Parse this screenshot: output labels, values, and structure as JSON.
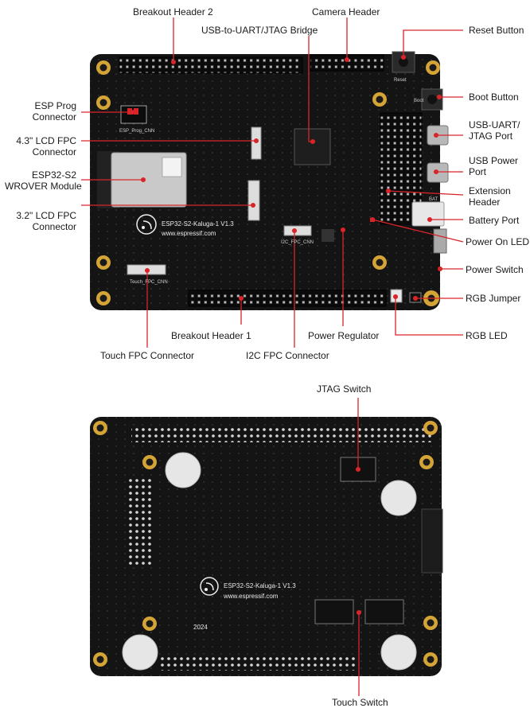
{
  "labels": {
    "breakout_header_2": "Breakout Header 2",
    "camera_header": "Camera Header",
    "usb_uart_jtag_bridge": "USB-to-UART/JTAG Bridge",
    "reset_button": "Reset Button",
    "boot_button": "Boot Button",
    "esp_prog_connector": "ESP Prog\nConnector",
    "lcd_43_fpc": "4.3\" LCD FPC\nConnector",
    "esp32_s2_module": "ESP32-S2\nWROVER Module",
    "lcd_32_fpc": "3.2\" LCD FPC\nConnector",
    "usb_uart_jtag_port": "USB-UART/\nJTAG Port",
    "usb_power_port": "USB Power\nPort",
    "extension_header": "Extension\nHeader",
    "battery_port": "Battery Port",
    "power_on_led": "Power On LED",
    "power_switch": "Power Switch",
    "rgb_jumper": "RGB Jumper",
    "rgb_led": "RGB LED",
    "breakout_header_1": "Breakout Header 1",
    "power_regulator": "Power Regulator",
    "touch_fpc_connector": "Touch FPC Connector",
    "i2c_fpc_connector": "I2C FPC Connector",
    "jtag_switch": "JTAG Switch",
    "touch_switch": "Touch Switch"
  },
  "board": {
    "silk_model": "ESP32-S2-Kaluga-1 V1.3",
    "silk_url": "www.espressif.com",
    "silk_esp_prog": "ESP_Prog_CNN",
    "silk_touch_fpc": "Touch_FPC_CNN",
    "silk_i2c": "I2C_FPC_CNN",
    "silk_reset": "Reset",
    "silk_boot": "Boot",
    "silk_bat": "BAT",
    "silk_year": "2024"
  },
  "colors": {
    "pcb": "#141414",
    "gold": "#d4a437",
    "callout": "#d9242a",
    "text": "#1a1a1a"
  }
}
